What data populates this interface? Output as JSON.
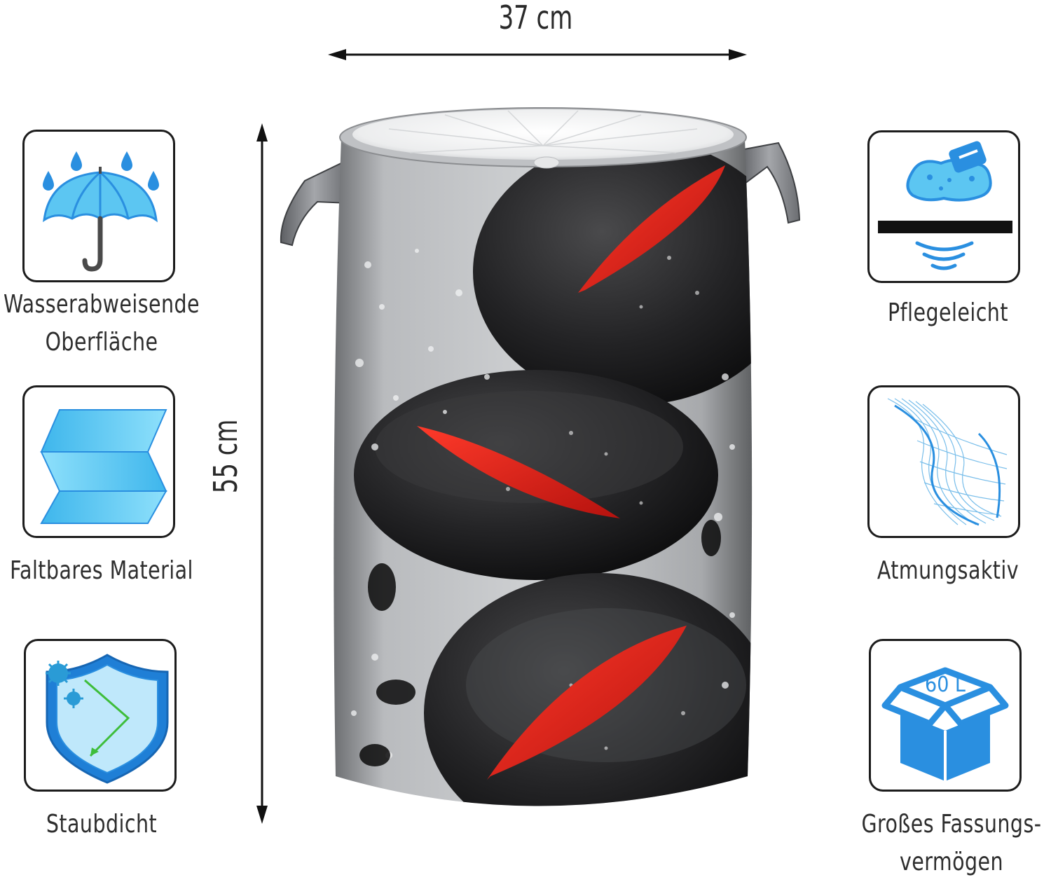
{
  "dimensions": {
    "width": "37 cm",
    "height": "55 cm"
  },
  "features_left": [
    {
      "icon": "umbrella-rain-icon",
      "label_line1": "Wasserabweisende",
      "label_line2": "Oberfläche"
    },
    {
      "icon": "folding-material-icon",
      "label_line1": "Faltbares Material"
    },
    {
      "icon": "shield-dust-icon",
      "label_line1": "Staubdicht"
    }
  ],
  "features_right": [
    {
      "icon": "sponge-wipe-icon",
      "label_line1": "Pflegeleicht"
    },
    {
      "icon": "breathable-mesh-icon",
      "label_line1": "Atmungsaktiv"
    },
    {
      "icon": "box-capacity-icon",
      "box_text": "60 L",
      "label_line1": "Großes Fassungs-",
      "label_line2": "vermögen"
    }
  ],
  "colors": {
    "accent_blue": "#2a8fe0",
    "light_blue": "#5cc6f2",
    "stone_black": "#1c1c1c",
    "petal_red": "#d8201c"
  }
}
